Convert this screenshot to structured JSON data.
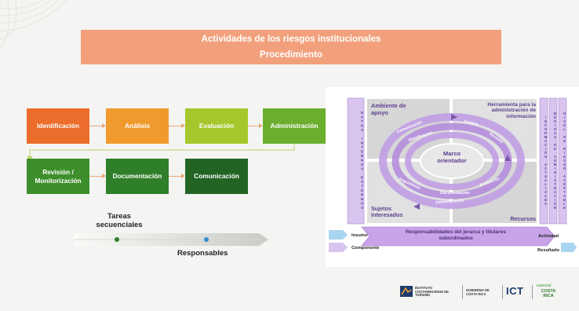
{
  "banner": {
    "title": "Actividades de los riesgos institucionales",
    "subtitle": "Procedimiento"
  },
  "steps": [
    {
      "label": "Identificación",
      "color": "#ec6d2c"
    },
    {
      "label": "Análisis",
      "color": "#f09a2e"
    },
    {
      "label": "Evaluación",
      "color": "#a5c72c"
    },
    {
      "label": "Administración",
      "color": "#6bae2d"
    },
    {
      "label": "Revisión / Monitorización",
      "color": "#3e8f2c"
    },
    {
      "label": "Documentación",
      "color": "#2f7f2a"
    },
    {
      "label": "Comunicación",
      "color": "#236425"
    }
  ],
  "timeline": {
    "top_label": "Tareas secuenciales",
    "bottom_label": "Responsables",
    "dot_top_color": "#2e7d2e",
    "dot_bottom_color": "#2e8fd0"
  },
  "model": {
    "left_column": "DATOS INTERNOS EXTERNOS",
    "right_column_a": "INFORMACIÓN ACTUALIZADA",
    "right_column_b": "MEDIDAS DE ADMINISTRACIÓN",
    "right_column_c": "NIVEL DE RIESGO ACEPTABLE",
    "quadrant_top_left": "Ambiente de apoyo",
    "quadrant_top_right": "Herramienta para la administración de información",
    "quadrant_bottom_left": "Sujetos Interesados",
    "quadrant_bottom_right": "Recursos",
    "center": "Marco orientador",
    "spiral_words": [
      "Comunicación",
      "Análisis",
      "Identificación",
      "Revisión",
      "Evaluación",
      "Seguimiento",
      "Administración",
      "Documentación"
    ],
    "bottom_bar": "Responsabilidades del jerarca y titulares subordinados",
    "insumo": "Insumo",
    "componente": "Componente",
    "actividad": "Actividad",
    "resultado": "Resultado",
    "accent": "#c9a3e8"
  },
  "footer": {
    "ict_name": "INSTITUTO COSTARRICENSE DE TURISMO",
    "gov_name": "GOBIERNO DE COSTA RICA",
    "ict_short": "ICT",
    "brand": "COSTA RICA",
    "brand_tagline": "esencial"
  }
}
